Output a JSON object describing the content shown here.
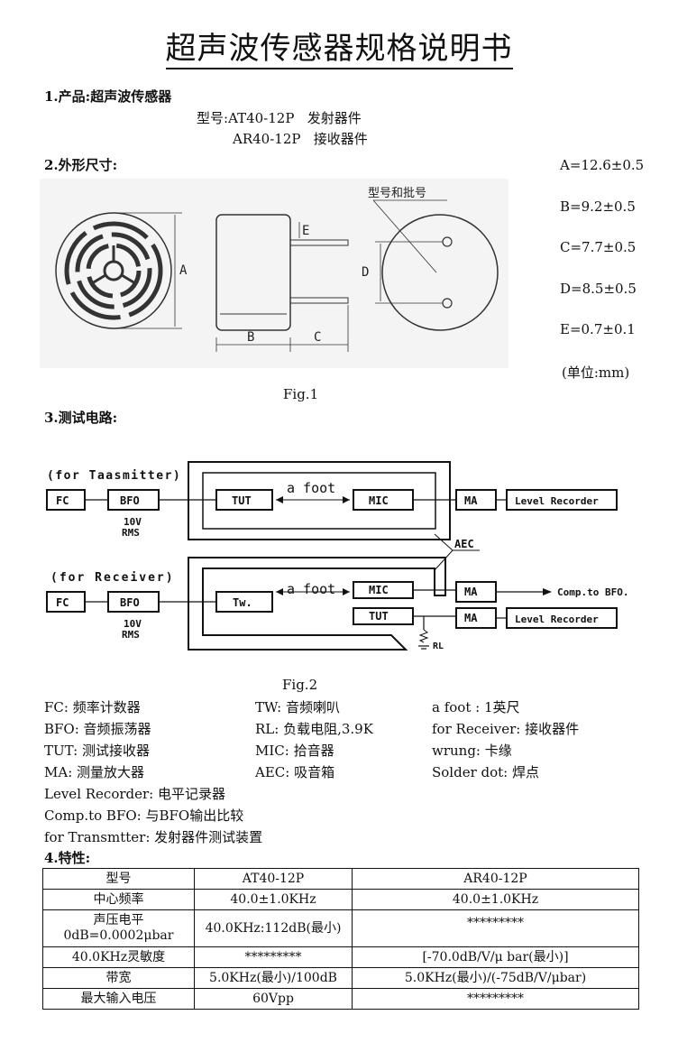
{
  "title": "超声波传感器规格说明书",
  "section1": {
    "heading": "1.产品:超声波传感器",
    "model_label": "型号:",
    "models": [
      {
        "code": "AT40-12P",
        "desc": "发射器件"
      },
      {
        "code": "AR40-12P",
        "desc": "接收器件"
      }
    ]
  },
  "section2": {
    "heading": "2.外形尺寸:",
    "batch_label": "型号和批号",
    "letters": [
      "A",
      "B",
      "C",
      "D",
      "E"
    ],
    "dims": [
      "A=12.6±0.5",
      "B=9.2±0.5",
      "C=7.7±0.5",
      "D=8.5±0.5",
      "E=0.7±0.1"
    ],
    "unit": "(单位:mm)",
    "fig": "Fig.1"
  },
  "section3": {
    "heading": "3.测试电路:",
    "transmitter_label": "(for Taasmitter)",
    "receiver_label": "(for Receiver)",
    "fc": "FC",
    "bfo": "BFO",
    "tut": "TUT",
    "mic": "MIC",
    "tw": "Tw.",
    "ma": "MA",
    "level_recorder": "Level Recorder",
    "a_foot": "a foot",
    "aec": "AEC",
    "comp_to_bfo": "Comp.to BFO.",
    "volt_line1": "10V",
    "volt_line2": "RMS",
    "rl": "RL",
    "fig": "Fig.2"
  },
  "legend": {
    "col1": [
      "FC: 频率计数器",
      "BFO: 音频振荡器",
      "TUT: 测试接收器",
      "MA: 测量放大器"
    ],
    "col2": [
      "TW: 音频喇叭",
      "RL: 负载电阻,3.9K",
      "MIC: 拾音器",
      "AEC: 吸音箱"
    ],
    "col3": [
      "a foot : 1英尺",
      "for Receiver: 接收器件",
      "wrung: 卡缘",
      "Solder dot: 焊点"
    ],
    "extra": [
      "Level Recorder: 电平记录器",
      "Comp.to BFO: 与BFO输出比较",
      "for Transmtter: 发射器件测试装置"
    ]
  },
  "section4": {
    "heading": "4.特性:",
    "header": [
      "型号",
      "AT40-12P",
      "AR40-12P"
    ],
    "rows": [
      {
        "label": "中心频率",
        "at": "40.0±1.0KHz",
        "ar": "40.0±1.0KHz"
      },
      {
        "label": "声压电平",
        "label2": "0dB=0.0002μbar",
        "at": "40.0KHz:112dB(最小)",
        "ar": "*********"
      },
      {
        "label": "40.0KHz灵敏度",
        "at": "*********",
        "ar": "[-70.0dB/V/μ bar(最小)]"
      },
      {
        "label": "带宽",
        "at": "5.0KHz(最小)/100dB",
        "ar": "5.0KHz(最小)/(-75dB/V/μbar)"
      },
      {
        "label": "最大输入电压",
        "at": "60Vpp",
        "ar": "*********"
      }
    ]
  }
}
